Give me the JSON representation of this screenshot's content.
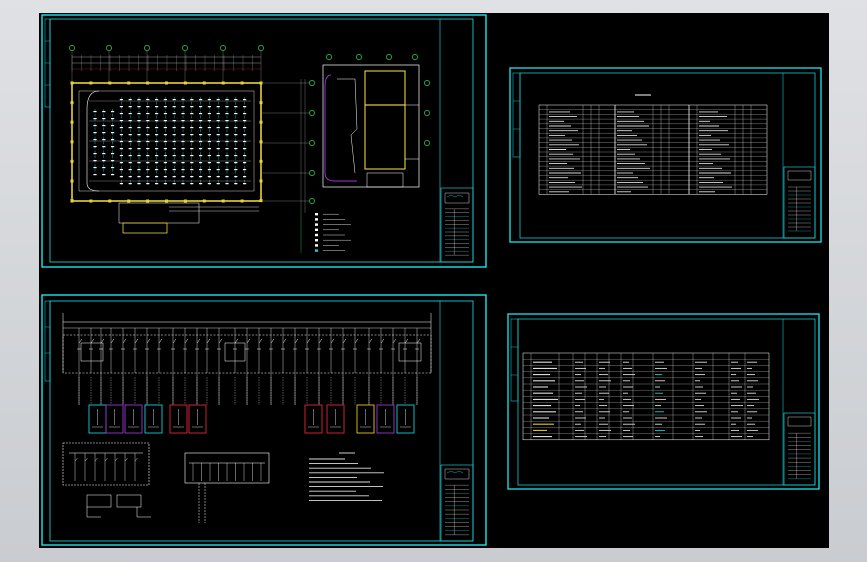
{
  "window": {
    "title": ""
  },
  "theme": {
    "background": "#000000",
    "frame": "#19e6ee",
    "line": "#f2f2f2",
    "grid_node": "#2fd65a",
    "wall": "#e9d23a",
    "accent_red": "#e0243a",
    "accent_purple": "#9a36d6",
    "accent_cyan": "#14cfd8",
    "accent_yellow": "#e6c81c"
  },
  "sheets": [
    {
      "id": "sheet-floor-plan",
      "content": "floor-plan-with-legend"
    },
    {
      "id": "sheet-equipment-list",
      "content": "material-table"
    },
    {
      "id": "sheet-single-line",
      "content": "distribution-system-diagram"
    },
    {
      "id": "sheet-load-schedule",
      "content": "load-calculation-table"
    }
  ],
  "icons": [
    "title-block-icon",
    "grid-bubble-icon",
    "breaker-symbol-icon",
    "circuit-box-icon"
  ]
}
